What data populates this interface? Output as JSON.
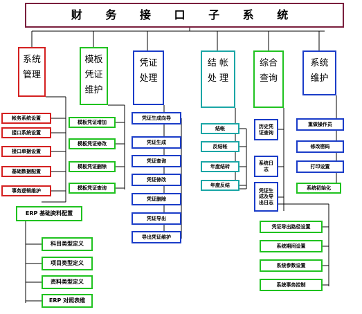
{
  "title": "财 务 接 口 子 系 统",
  "categories": [
    {
      "id": "sys_mgmt",
      "lines": [
        "系统",
        "管理"
      ],
      "color": "#d42020"
    },
    {
      "id": "template",
      "lines": [
        "模板",
        "凭证",
        "维护"
      ],
      "color": "#1fc21f"
    },
    {
      "id": "voucher",
      "lines": [
        "凭证",
        "处理"
      ],
      "color": "#1a3cc8"
    },
    {
      "id": "closing",
      "lines": [
        "结 帐",
        "处 理"
      ],
      "color": "#1aa6a6"
    },
    {
      "id": "query",
      "lines": [
        "综合",
        "查询"
      ],
      "color": "#1fc21f"
    },
    {
      "id": "maint",
      "lines": [
        "系统",
        "维护"
      ],
      "color": "#1a3cc8"
    }
  ],
  "sys_mgmt_items": [
    "帐务系统设置",
    "接口系统设置",
    "接口单据设置",
    "基础数据配置",
    "事务逻辑维护"
  ],
  "erp_config": {
    "label": "ERP 基础资料配置",
    "children": [
      "科目类型定义",
      "项目类型定义",
      "资料类型定义",
      "ERP 对照表维"
    ]
  },
  "template_items": [
    "模板凭证增加",
    "模板凭证修改",
    "模板凭证删除",
    "模板凭证查询"
  ],
  "voucher_items": [
    "凭证生成向导",
    "凭证生成",
    "凭证查询",
    "凭证修改",
    "凭证删除",
    "凭证导出",
    "导出凭证维护"
  ],
  "closing_items": [
    "结帐",
    "反结帐",
    "年度结转",
    "年度反结"
  ],
  "query_items": [
    "历史凭证查询",
    "系统日志",
    "凭证生成及导出日志"
  ],
  "maint_items": [
    "重做操作员",
    "修改密码",
    "打印设置",
    "系统初始化"
  ],
  "init_children": [
    "凭证导出路径设置",
    "系统期间设置",
    "系统参数设置",
    "系统事务控制"
  ]
}
